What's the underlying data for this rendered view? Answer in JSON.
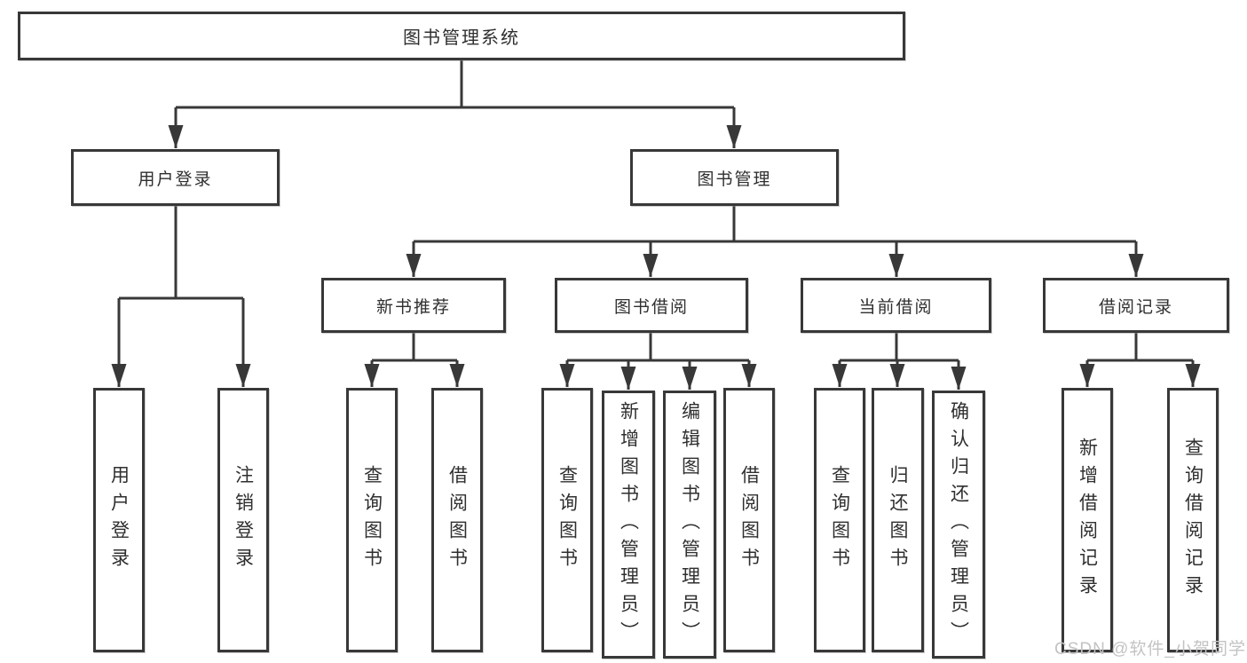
{
  "diagram": {
    "type": "hierarchy-tree",
    "title": "图书管理系统",
    "colors": {
      "line": "#383838",
      "box_border": "#383838",
      "text": "#2f2f2f",
      "background": "#ffffff",
      "watermark": "#c3c3c3"
    }
  },
  "tree": {
    "label": "图书管理系统",
    "children": [
      {
        "label": "用户登录",
        "children": [
          {
            "label": "用户登录"
          },
          {
            "label": "注销登录"
          }
        ]
      },
      {
        "label": "图书管理",
        "children": [
          {
            "label": "新书推荐",
            "children": [
              {
                "label": "查询图书"
              },
              {
                "label": "借阅图书"
              }
            ]
          },
          {
            "label": "图书借阅",
            "children": [
              {
                "label": "查询图书"
              },
              {
                "label": "新增图书（管理员）"
              },
              {
                "label": "编辑图书（管理员）"
              },
              {
                "label": "借阅图书"
              }
            ]
          },
          {
            "label": "当前借阅",
            "children": [
              {
                "label": "查询图书"
              },
              {
                "label": "归还图书"
              },
              {
                "label": "确认归还（管理员）"
              }
            ]
          },
          {
            "label": "借阅记录",
            "children": [
              {
                "label": "新增借阅记录"
              },
              {
                "label": "查询借阅记录"
              }
            ]
          }
        ]
      }
    ]
  },
  "watermark": "CSDN @软件_小贺同学"
}
